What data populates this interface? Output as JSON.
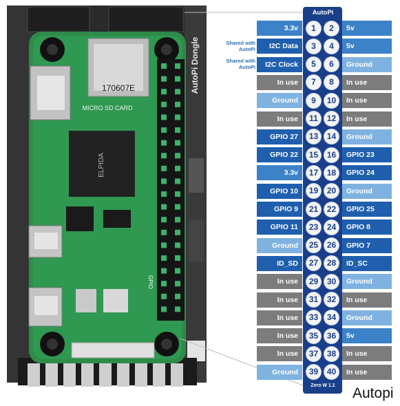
{
  "header": {
    "title": "AutoPi",
    "footer": "Zero W 1.1"
  },
  "board": {
    "dongle_label": "AutoPi Dongle",
    "sd_label": "MICRO SD CARD",
    "code_label": "170607E",
    "chip_brand": "ELPIDA",
    "gpio_silk": "GPIO"
  },
  "notes": {
    "shared_1": "Shared with AutoPi",
    "shared_2": "Shared with AutoPi"
  },
  "corner_text": "Autopi",
  "colors": {
    "power": "#3c82c8",
    "gpio": "#1f5fae",
    "ground": "#7fb2e0",
    "inuse": "#7c7c7c",
    "strip": "#1a3f8a"
  },
  "pins": [
    {
      "left": {
        "label": "3.3v",
        "type": "power"
      },
      "left_num": "1",
      "right_num": "2",
      "right": {
        "label": "5v",
        "type": "power"
      }
    },
    {
      "left": {
        "label": "I2C Data",
        "type": "gpio"
      },
      "left_num": "3",
      "right_num": "4",
      "right": {
        "label": "5v",
        "type": "power"
      }
    },
    {
      "left": {
        "label": "I2C Clock",
        "type": "gpio"
      },
      "left_num": "5",
      "right_num": "6",
      "right": {
        "label": "Ground",
        "type": "ground"
      }
    },
    {
      "left": {
        "label": "In use",
        "type": "inuse"
      },
      "left_num": "7",
      "right_num": "8",
      "right": {
        "label": "In use",
        "type": "inuse"
      }
    },
    {
      "left": {
        "label": "Ground",
        "type": "ground"
      },
      "left_num": "9",
      "right_num": "10",
      "right": {
        "label": "In use",
        "type": "inuse"
      }
    },
    {
      "left": {
        "label": "In use",
        "type": "inuse"
      },
      "left_num": "11",
      "right_num": "12",
      "right": {
        "label": "In use",
        "type": "inuse"
      }
    },
    {
      "left": {
        "label": "GPIO 27",
        "type": "gpio"
      },
      "left_num": "13",
      "right_num": "14",
      "right": {
        "label": "Ground",
        "type": "ground"
      }
    },
    {
      "left": {
        "label": "GPIO 22",
        "type": "gpio"
      },
      "left_num": "15",
      "right_num": "16",
      "right": {
        "label": "GPIO 23",
        "type": "gpio"
      }
    },
    {
      "left": {
        "label": "3.3v",
        "type": "power"
      },
      "left_num": "17",
      "right_num": "18",
      "right": {
        "label": "GPIO 24",
        "type": "gpio"
      }
    },
    {
      "left": {
        "label": "GPIO 10",
        "type": "gpio"
      },
      "left_num": "19",
      "right_num": "20",
      "right": {
        "label": "Ground",
        "type": "ground"
      }
    },
    {
      "left": {
        "label": "GPIO 9",
        "type": "gpio"
      },
      "left_num": "21",
      "right_num": "22",
      "right": {
        "label": "GPIO 25",
        "type": "gpio"
      }
    },
    {
      "left": {
        "label": "GPIO 11",
        "type": "gpio"
      },
      "left_num": "23",
      "right_num": "24",
      "right": {
        "label": "GPIO 8",
        "type": "gpio"
      }
    },
    {
      "left": {
        "label": "Ground",
        "type": "ground"
      },
      "left_num": "25",
      "right_num": "26",
      "right": {
        "label": "GPIO 7",
        "type": "gpio"
      }
    },
    {
      "left": {
        "label": "ID_SD",
        "type": "gpio"
      },
      "left_num": "27",
      "right_num": "28",
      "right": {
        "label": "ID_SC",
        "type": "gpio"
      }
    },
    {
      "left": {
        "label": "In use",
        "type": "inuse"
      },
      "left_num": "29",
      "right_num": "30",
      "right": {
        "label": "Ground",
        "type": "ground"
      }
    },
    {
      "left": {
        "label": "In use",
        "type": "inuse"
      },
      "left_num": "31",
      "right_num": "32",
      "right": {
        "label": "In use",
        "type": "inuse"
      }
    },
    {
      "left": {
        "label": "In use",
        "type": "inuse"
      },
      "left_num": "33",
      "right_num": "34",
      "right": {
        "label": "Ground",
        "type": "ground"
      }
    },
    {
      "left": {
        "label": "In use",
        "type": "inuse"
      },
      "left_num": "35",
      "right_num": "36",
      "right": {
        "label": "5v",
        "type": "power"
      }
    },
    {
      "left": {
        "label": "In use",
        "type": "inuse"
      },
      "left_num": "37",
      "right_num": "38",
      "right": {
        "label": "In use",
        "type": "inuse"
      }
    },
    {
      "left": {
        "label": "Ground",
        "type": "ground"
      },
      "left_num": "39",
      "right_num": "40",
      "right": {
        "label": "In use",
        "type": "inuse"
      }
    }
  ]
}
